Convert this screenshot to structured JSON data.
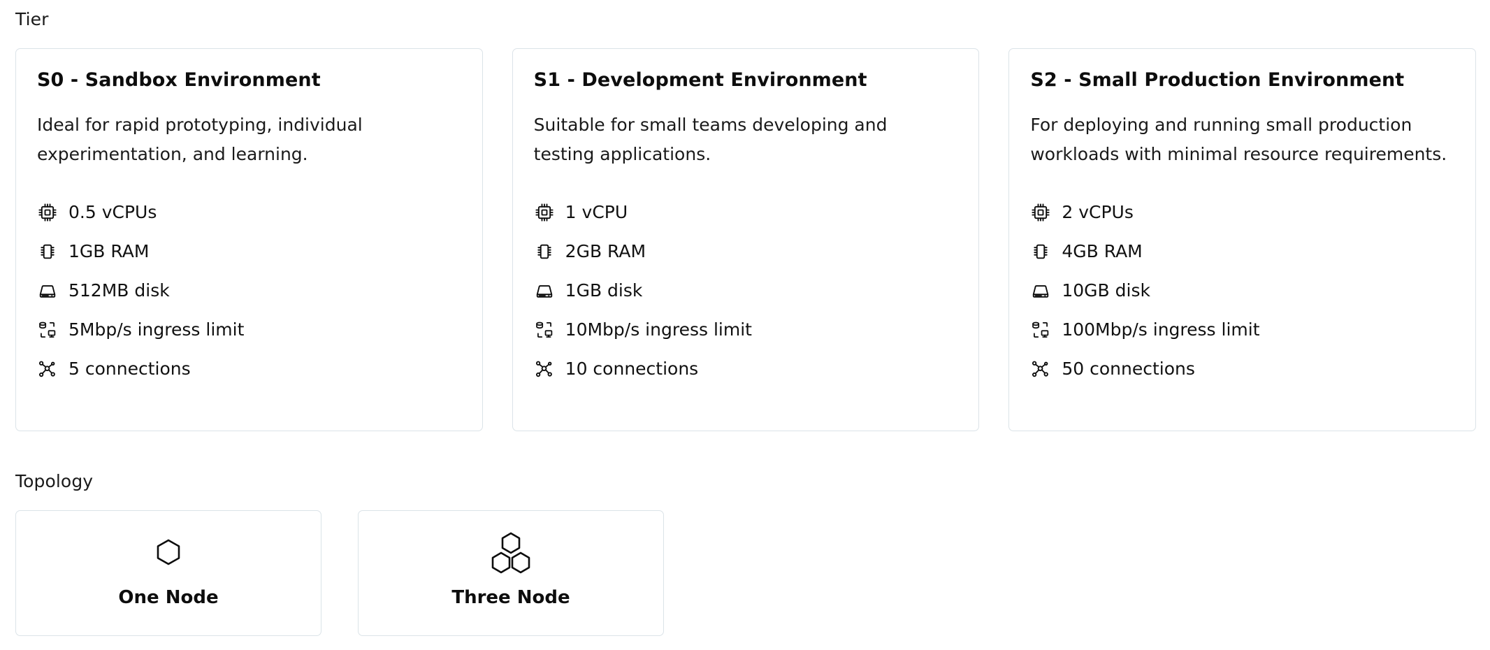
{
  "sections": {
    "tier": {
      "label": "Tier"
    },
    "topology": {
      "label": "Topology"
    }
  },
  "colors": {
    "card_border": "#dbe3e8",
    "text": "#111111",
    "background": "#ffffff"
  },
  "tiers": [
    {
      "title": "S0 - Sandbox Environment",
      "description": "Ideal for rapid prototyping, individual experimentation, and learning.",
      "specs": [
        {
          "icon": "cpu-icon",
          "text": "0.5 vCPUs"
        },
        {
          "icon": "memory-icon",
          "text": "1GB RAM"
        },
        {
          "icon": "disk-icon",
          "text": "512MB disk"
        },
        {
          "icon": "ingress-icon",
          "text": "5Mbp/s ingress limit"
        },
        {
          "icon": "connections-icon",
          "text": "5 connections"
        }
      ]
    },
    {
      "title": "S1 - Development Environment",
      "description": "Suitable for small teams developing and testing applications.",
      "specs": [
        {
          "icon": "cpu-icon",
          "text": "1 vCPU"
        },
        {
          "icon": "memory-icon",
          "text": "2GB RAM"
        },
        {
          "icon": "disk-icon",
          "text": "1GB disk"
        },
        {
          "icon": "ingress-icon",
          "text": "10Mbp/s ingress limit"
        },
        {
          "icon": "connections-icon",
          "text": "10 connections"
        }
      ]
    },
    {
      "title": "S2 - Small Production Environment",
      "description": "For deploying and running small production workloads with minimal resource requirements.",
      "specs": [
        {
          "icon": "cpu-icon",
          "text": "2 vCPUs"
        },
        {
          "icon": "memory-icon",
          "text": "4GB RAM"
        },
        {
          "icon": "disk-icon",
          "text": "10GB disk"
        },
        {
          "icon": "ingress-icon",
          "text": "100Mbp/s ingress limit"
        },
        {
          "icon": "connections-icon",
          "text": "50 connections"
        }
      ]
    }
  ],
  "topologies": [
    {
      "label": "One Node",
      "icon": "single-hexagon-icon"
    },
    {
      "label": "Three Node",
      "icon": "triple-hexagon-icon"
    }
  ]
}
